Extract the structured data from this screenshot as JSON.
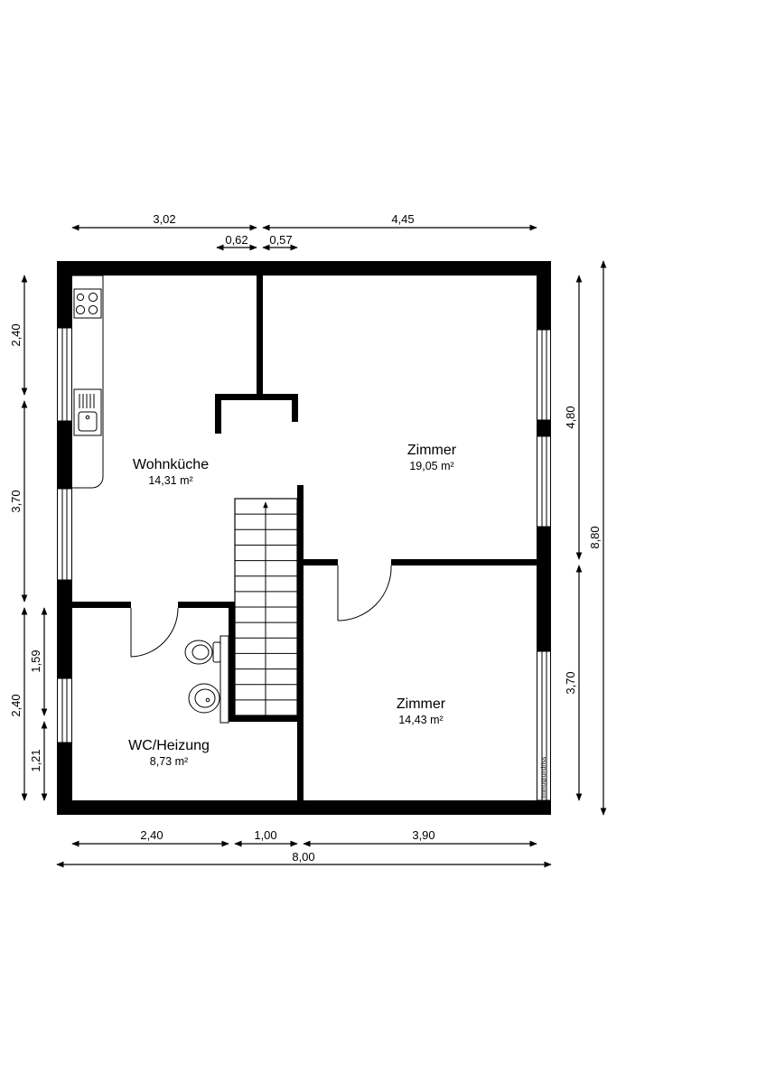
{
  "rooms": {
    "wohnkueche": {
      "name": "Wohnküche",
      "area": "14,31 m²"
    },
    "zimmer_top": {
      "name": "Zimmer",
      "area": "19,05 m²"
    },
    "zimmer_bottom": {
      "name": "Zimmer",
      "area": "14,43 m²"
    },
    "wc": {
      "name": "WC/Heizung",
      "area": "8,73 m²"
    }
  },
  "dimensions": {
    "top_left": "3,02",
    "top_right": "4,45",
    "top_small_left": "0,62",
    "top_small_right": "0,57",
    "left_upper": "2,40",
    "left_middle": "3,70",
    "left_lower": "2,40",
    "left_inner_upper": "1,59",
    "left_inner_lower": "1,21",
    "right_upper": "4,80",
    "right_lower": "3,70",
    "right_total": "8,80",
    "bottom_left": "2,40",
    "bottom_middle": "1,00",
    "bottom_right": "3,90",
    "bottom_total": "8,00"
  },
  "watermark": "Immogrundriss"
}
